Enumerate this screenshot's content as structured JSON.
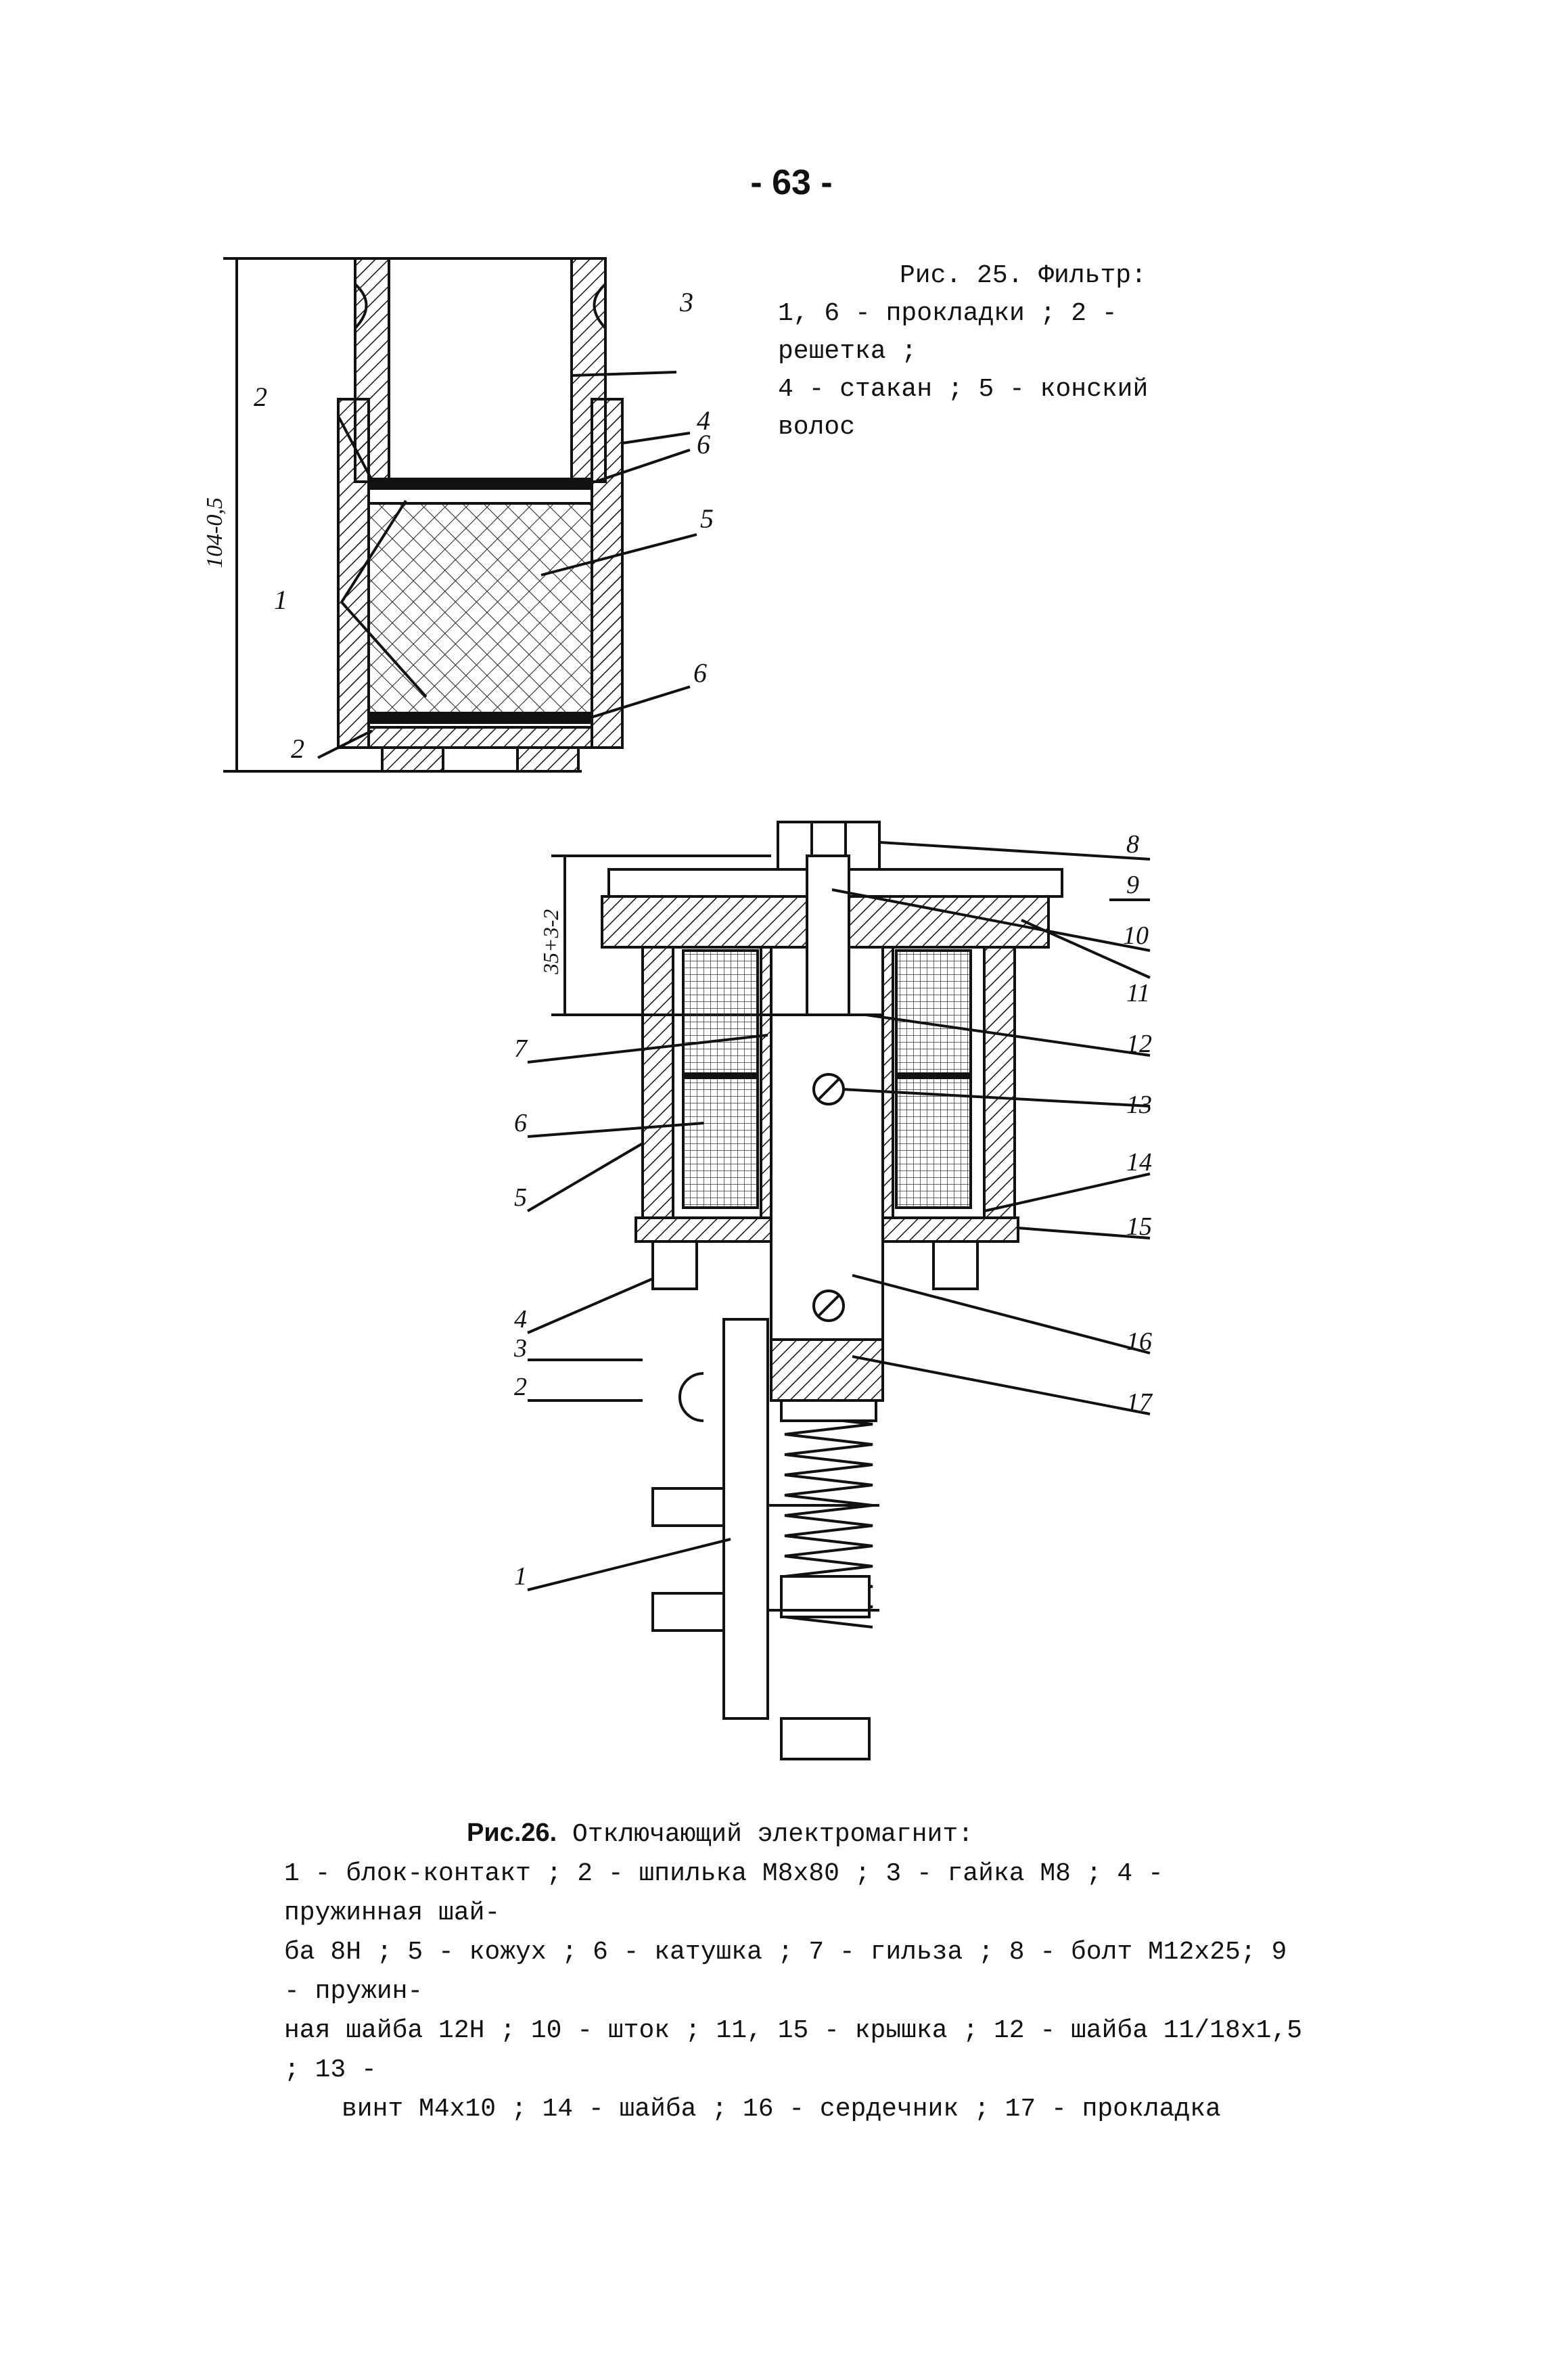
{
  "page": {
    "number": "- 63 -"
  },
  "fig25": {
    "caption_title": "Рис. 25. Фильтр:",
    "caption_lines": [
      "1, 6 - прокладки ; 2 - решетка ;",
      "4 - стакан ; 5 - конский волос"
    ],
    "dimension": "104-0,5",
    "callouts": [
      "3",
      "2",
      "4",
      "6",
      "5",
      "1",
      "6",
      "2"
    ]
  },
  "fig26": {
    "caption_prefix": "Рис.26.",
    "caption_title": "Отключающий электромагнит:",
    "caption_lines": [
      "1 - блок-контакт ; 2 - шпилька М8х80 ; 3 - гайка М8 ; 4 - пружинная шай-",
      "ба 8Н ; 5 - кожух ; 6 - катушка ; 7 - гильза ; 8 - болт М12х25; 9 - пружин-",
      "ная шайба 12Н ; 10 - шток ; 11, 15 - крышка ; 12 - шайба 11/18х1,5 ; 13 -",
      "винт М4х10 ; 14 - шайба ; 16 - сердечник ; 17 - прокладка"
    ],
    "dimension": "35+3-2",
    "callouts_right": [
      "8",
      "9",
      "10",
      "11",
      "12",
      "13",
      "14",
      "15",
      "16",
      "17"
    ],
    "callouts_left": [
      "7",
      "6",
      "5",
      "4",
      "3",
      "2",
      "1"
    ]
  },
  "colors": {
    "ink": "#111111",
    "paper": "#ffffff"
  }
}
